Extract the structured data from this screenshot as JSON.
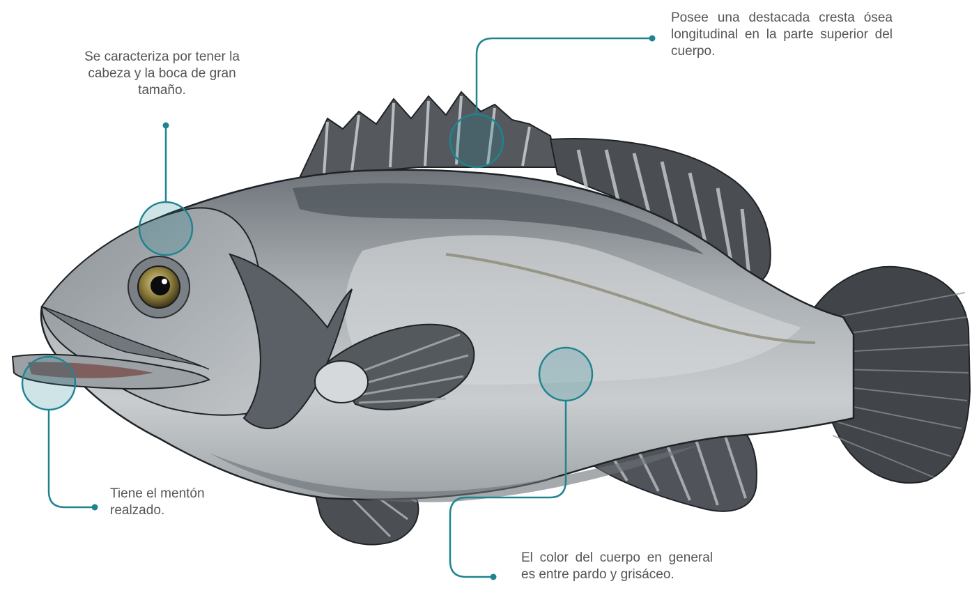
{
  "annotations": {
    "head": {
      "text": "Se caracteriza por tener la cabeza y la boca de gran tamaño."
    },
    "crest": {
      "text": "Posee una destacada cresta ósea longitudinal en la parte superior del cuerpo."
    },
    "chin": {
      "text": "Tiene el mentón realzado."
    },
    "body_color": {
      "text": "El color del cuerpo en general es entre pardo y grisáceo."
    }
  },
  "colors": {
    "callout": "#1e8490",
    "fin_dark": "#3f4347",
    "body_light": "#c4c8ca",
    "body_mid": "#a3a9ad",
    "eye_iris": "#8a7a3a"
  }
}
